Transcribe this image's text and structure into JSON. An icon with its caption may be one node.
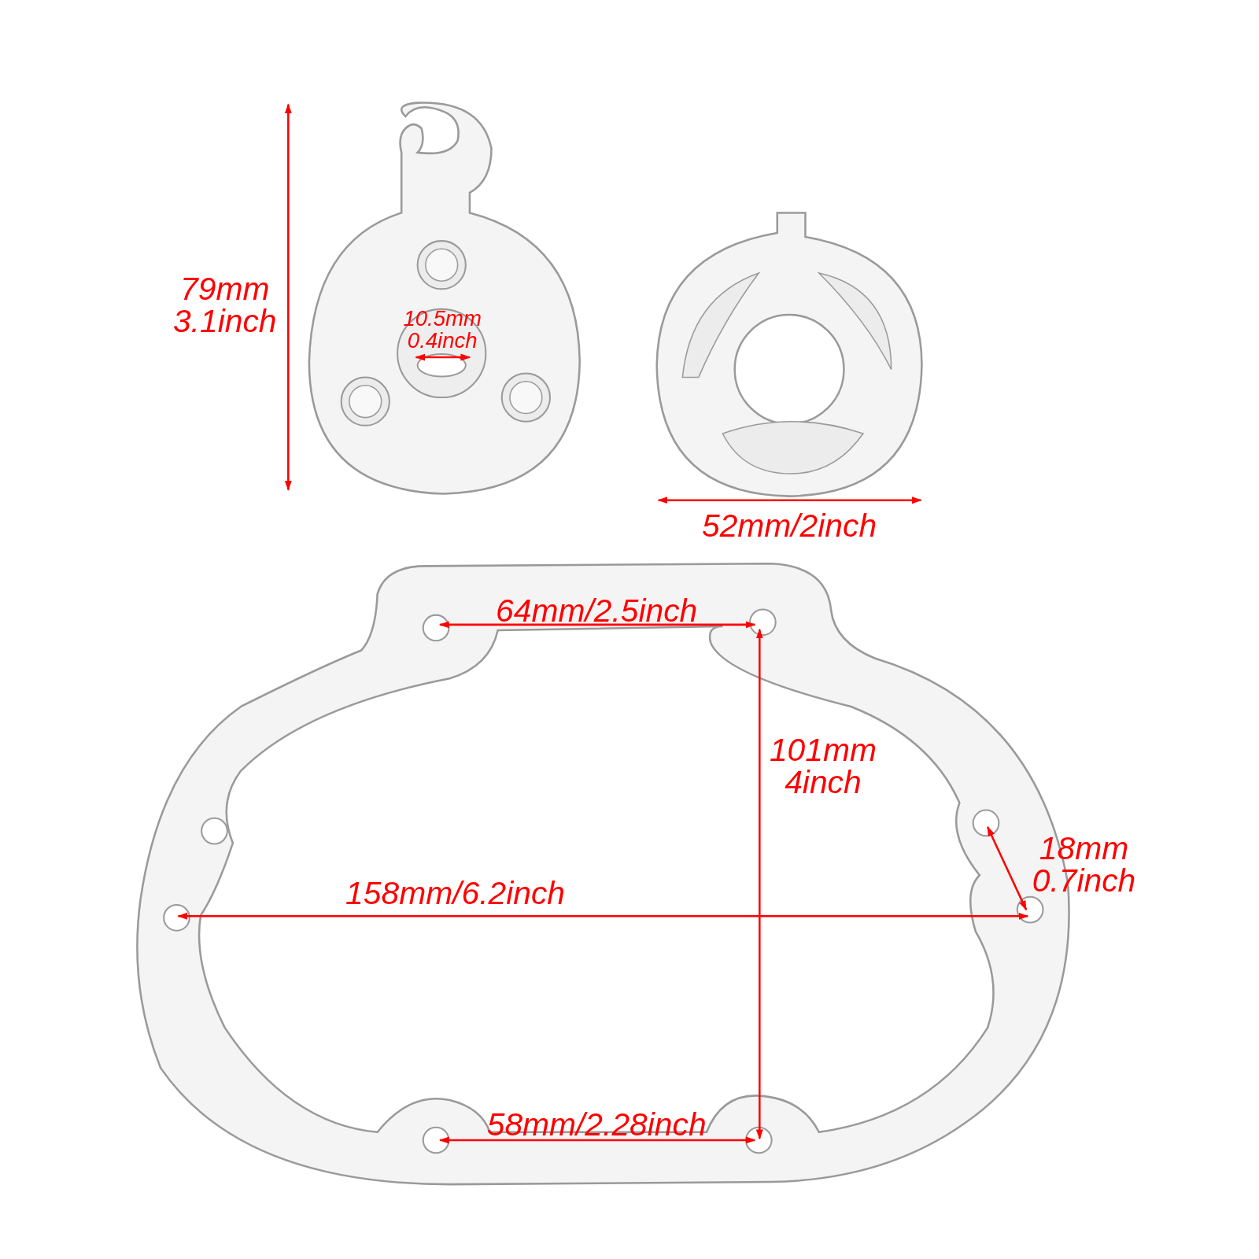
{
  "diagram": {
    "labels": [
      "79mm 3.1inch",
      "10.5mm 0.4inch",
      "52mm/2inch",
      "64mm/2.5inch",
      "101mm 4inch",
      "18mm 0.7inch",
      "158mm/6.2inch",
      "58mm/2.28inch"
    ]
  }
}
